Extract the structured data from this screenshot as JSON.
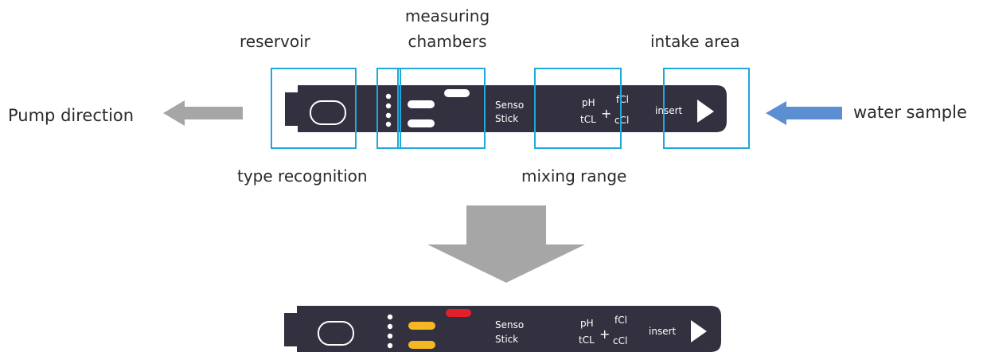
{
  "labels": {
    "measuring_chambers_line1": "measuring",
    "measuring_chambers_line2": "chambers",
    "reservoir": "reservoir",
    "intake_area": "intake area",
    "pump_direction": "Pump direction",
    "water_sample": "water sample",
    "type_recognition": "type recognition",
    "mixing_range": "mixing range"
  },
  "stick": {
    "brand_line1": "Senso",
    "brand_line2": "Stick",
    "param_ph": "pH",
    "param_tcl": "tCL",
    "param_fcl": "fCl",
    "param_ccl": "cCl",
    "plus": "+",
    "insert": "insert"
  },
  "colors": {
    "stick_body": "#33313f",
    "highlight_box": "#1fa8dc",
    "gray_arrow": "#a6a6a6",
    "blue_arrow": "#5b8fd1",
    "chamber_yellow": "#f5b824",
    "chamber_red": "#e2202a"
  }
}
